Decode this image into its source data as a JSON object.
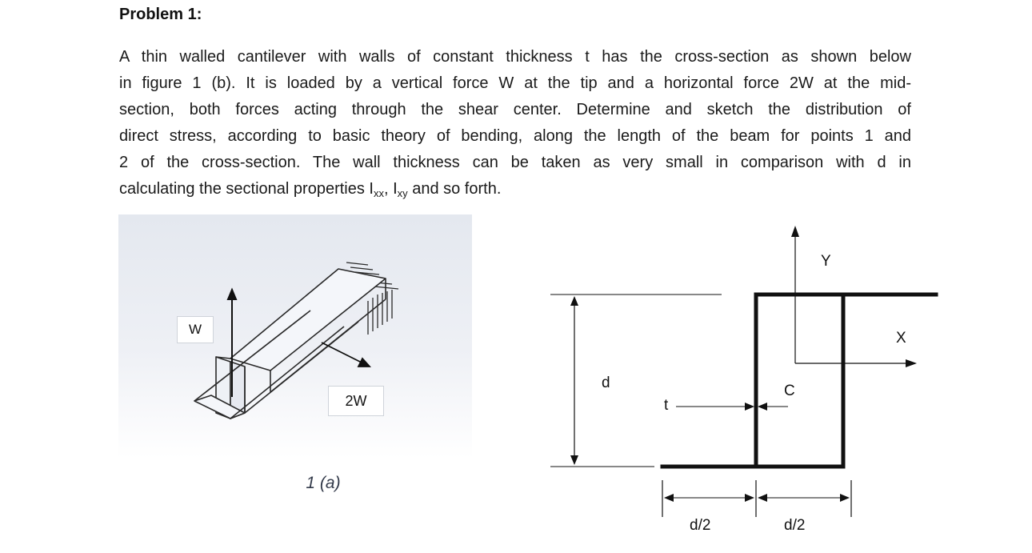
{
  "problem": {
    "heading": "Problem 1:",
    "lines": [
      "A thin walled cantilever with walls of constant thickness t has the cross-section as shown below",
      "in figure 1 (b). It is loaded by a vertical force W at the tip and a horizontal force 2W at the mid-",
      "section, both forces acting through the shear center. Determine and sketch the distribution of",
      "direct stress, according to basic theory of bending, along the length of the beam for points 1 and",
      "2 of the cross-section. The wall thickness can be taken as very small in comparison with d in"
    ],
    "last_line_start": "calculating the sectional properties I",
    "sub_xx": "xx",
    "sep": ", I",
    "sub_xy": "xy",
    "last_line_end": " and so forth."
  },
  "figure_a": {
    "force_w_label": "W",
    "force_2w_label": "2W",
    "caption": "1 (a)"
  },
  "figure_b": {
    "label_y": "Y",
    "label_x": "X",
    "label_d": "d",
    "label_c": "C",
    "label_t": "t",
    "label_half_left": "d/2",
    "label_half_right": "d/2"
  }
}
